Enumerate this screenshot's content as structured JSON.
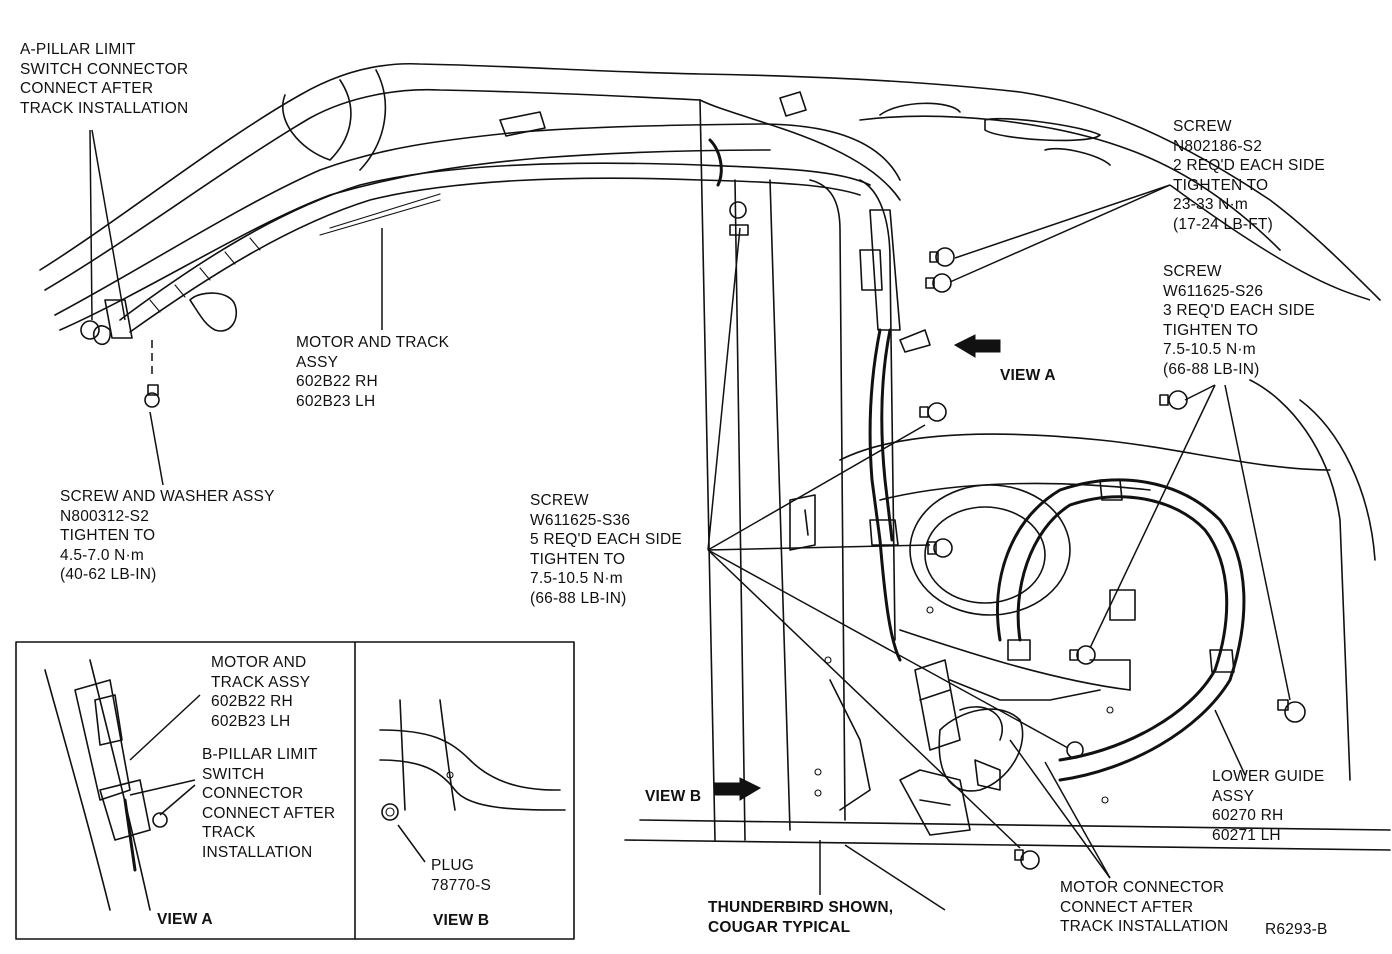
{
  "callouts": {
    "a_pillar": [
      "A-PILLAR LIMIT",
      "SWITCH CONNECTOR",
      "CONNECT AFTER",
      "TRACK INSTALLATION"
    ],
    "motor_track": [
      "MOTOR AND TRACK",
      "ASSY",
      "602B22 RH",
      "602B23 LH"
    ],
    "screw_washer": [
      "SCREW AND WASHER ASSY",
      "N800312-S2",
      "TIGHTEN TO",
      "4.5-7.0 N·m",
      "(40-62 LB-IN)"
    ],
    "screw_n802186": [
      "SCREW",
      "N802186-S2",
      "2 REQ'D EACH SIDE",
      "TIGHTEN TO",
      "23-33 N·m",
      "(17-24 LB-FT)"
    ],
    "screw_w611625_s26": [
      "SCREW",
      "W611625-S26",
      "3 REQ'D EACH SIDE",
      "TIGHTEN TO",
      "7.5-10.5 N·m",
      "(66-88 LB-IN)"
    ],
    "view_a_arrow": "VIEW A",
    "screw_w611625_s36": [
      "SCREW",
      "W611625-S36",
      "5 REQ'D EACH SIDE",
      "TIGHTEN TO",
      "7.5-10.5 N·m",
      "(66-88 LB-IN)"
    ],
    "view_b_arrow": "VIEW B",
    "lower_guide": [
      "LOWER GUIDE",
      "ASSY",
      "60270 RH",
      "60271 LH"
    ],
    "thunderbird": [
      "THUNDERBIRD SHOWN,",
      "COUGAR TYPICAL"
    ],
    "motor_connector": [
      "MOTOR CONNECTOR",
      "CONNECT AFTER",
      "TRACK INSTALLATION"
    ],
    "figure_id": "R6293-B"
  },
  "inset_a": {
    "motor_track": [
      "MOTOR AND",
      "TRACK ASSY",
      "602B22 RH",
      "602B23 LH"
    ],
    "b_pillar": [
      "B-PILLAR LIMIT",
      "SWITCH",
      "CONNECTOR",
      "CONNECT AFTER",
      "TRACK",
      "INSTALLATION"
    ],
    "caption": "VIEW A"
  },
  "inset_b": {
    "plug": [
      "PLUG",
      "78770-S"
    ],
    "caption": "VIEW B"
  }
}
